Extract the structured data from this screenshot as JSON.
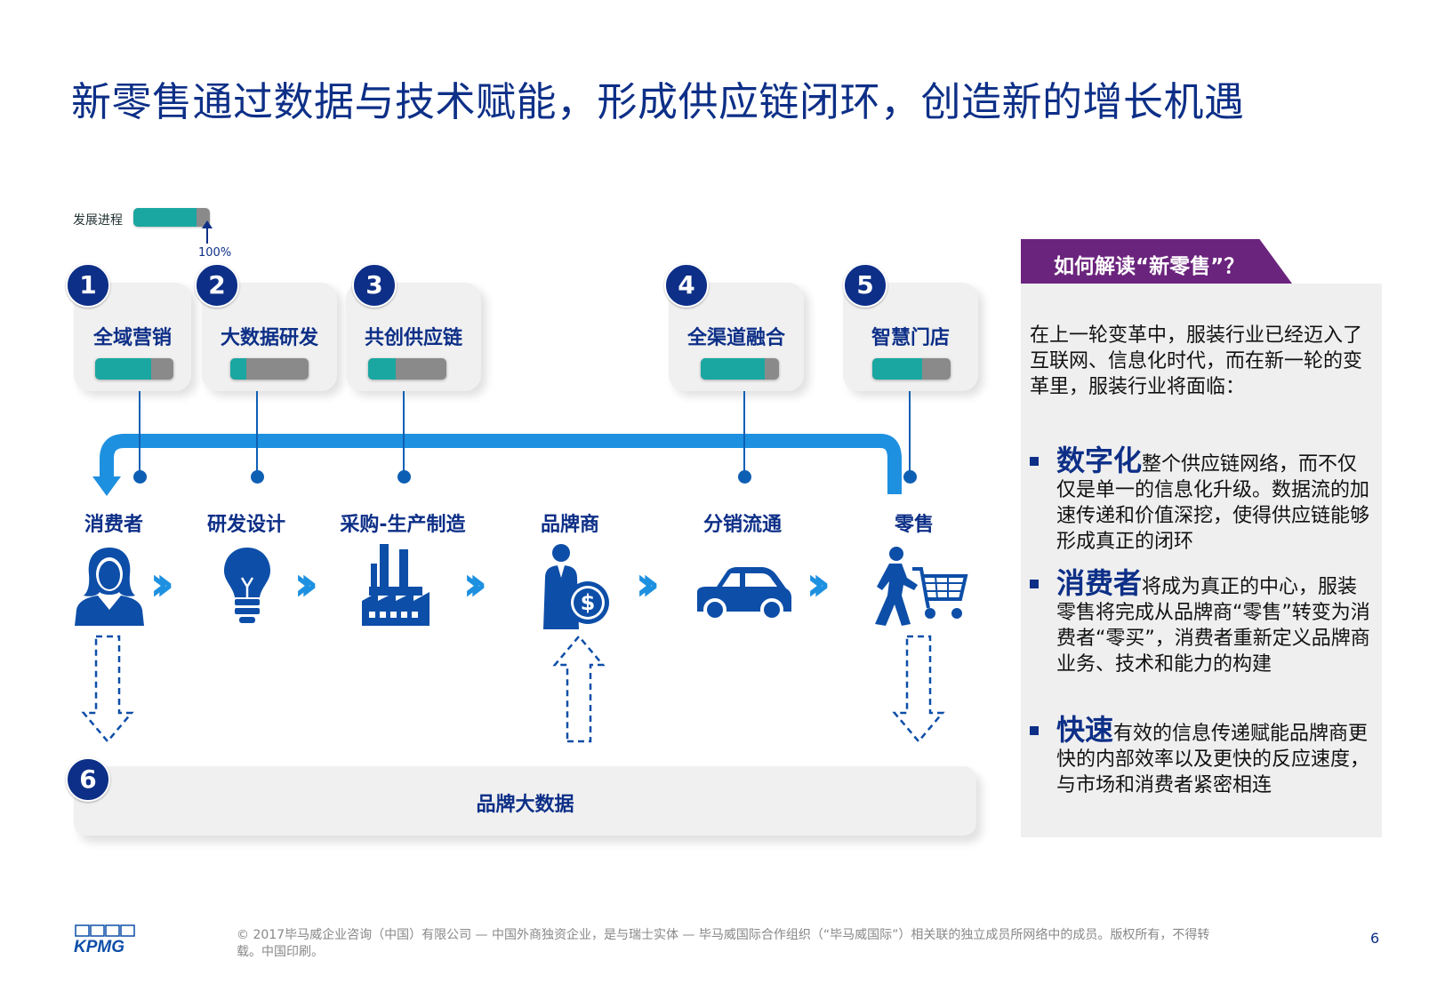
{
  "title": "新零售通过数据与技术赋能，形成供应链闭环，创造新的增长机遇",
  "legend": {
    "label": "发展进程",
    "pct_label": "100%",
    "fill_fraction": 0.82
  },
  "cards": [
    {
      "num": "1",
      "label": "全域营销",
      "progress": 0.72
    },
    {
      "num": "2",
      "label": "大数据研发",
      "progress": 0.2
    },
    {
      "num": "3",
      "label": "共创供应链",
      "progress": 0.35
    },
    {
      "num": "4",
      "label": "全渠道融合",
      "progress": 0.82
    },
    {
      "num": "5",
      "label": "智慧门店",
      "progress": 0.64
    }
  ],
  "stages": [
    {
      "label": "消费者",
      "icon": "consumer-icon"
    },
    {
      "label": "研发设计",
      "icon": "lightbulb-icon"
    },
    {
      "label": "采购-生产制造",
      "icon": "factory-icon"
    },
    {
      "label": "品牌商",
      "icon": "brand-dollar-icon"
    },
    {
      "label": "分销流通",
      "icon": "car-icon"
    },
    {
      "label": "零售",
      "icon": "shopping-cart-icon"
    }
  ],
  "bottom": {
    "num": "6",
    "label": "品牌大数据"
  },
  "panel": {
    "heading": "如何解读“新零售”？",
    "intro": "在上一轮变革中，服装行业已经迈入了互联网、信息化时代，而在新一轮的变革里，服装行业将面临：",
    "bullets": [
      {
        "keyword": "数字化",
        "text": "整个供应链网络，而不仅仅是单一的信息化升级。数据流的加速传递和价值深挖，使得供应链能够形成真正的闭环"
      },
      {
        "keyword": "消费者",
        "text": "将成为真正的中心，服装零售将完成从品牌商“零售”转变为消费者“零买”，消费者重新定义品牌商业务、技术和能力的构建"
      },
      {
        "keyword": "快速",
        "text": "有效的信息传递赋能品牌商更快的内部效率以及更快的反应速度，与市场和消费者紧密相连"
      }
    ]
  },
  "footer": {
    "logo": "KPMG",
    "text": "© 2017毕马威企业咨询（中国）有限公司 — 中国外商独资企业，是与瑞士实体 — 毕马威国际合作组织（“毕马威国际”）相关联的独立成员所网络中的成员。版权所有，不得转载。中国印刷。",
    "page": "6"
  },
  "colors": {
    "navy": "#0d2f87",
    "teal": "#1aa7a1",
    "purple": "#6b247d",
    "blue": "#1e90e0"
  }
}
